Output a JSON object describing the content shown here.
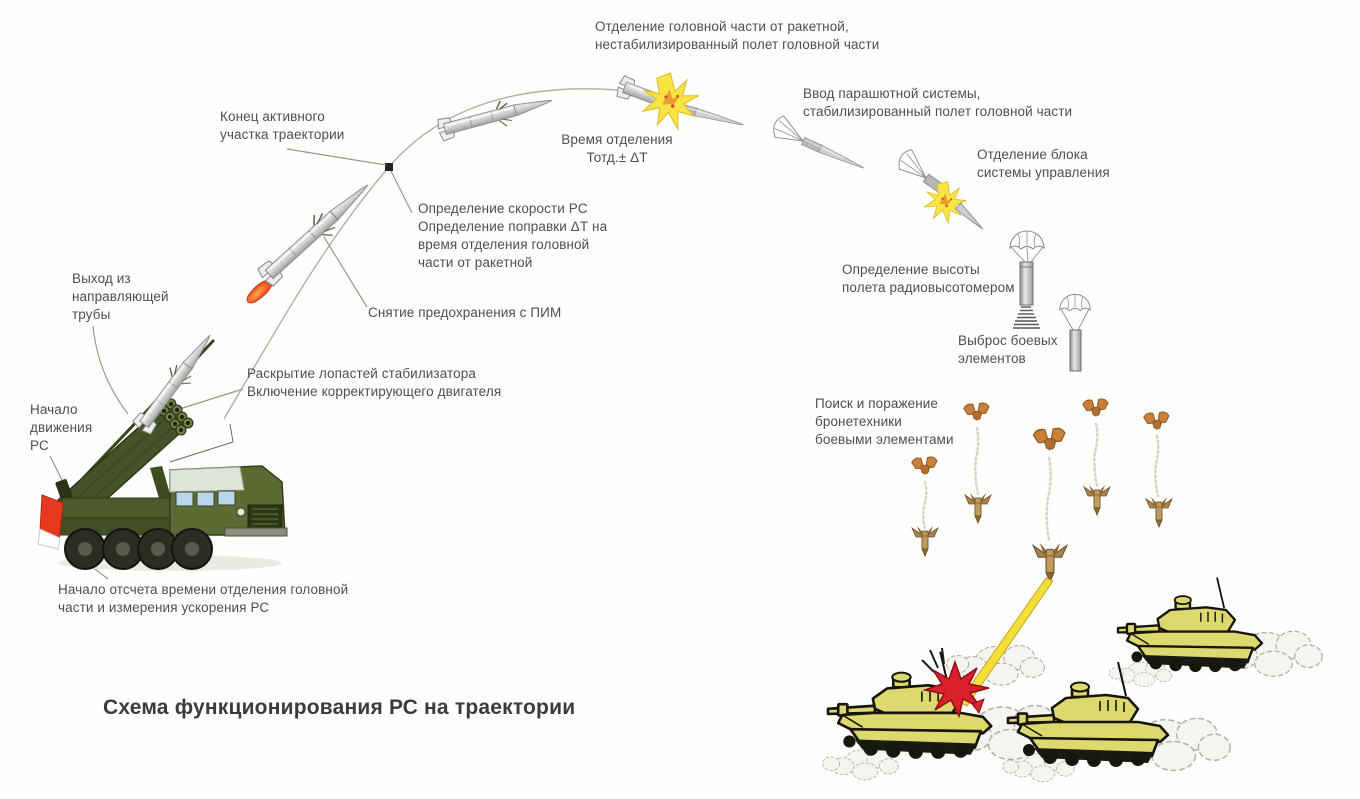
{
  "title": "Схема функционирования РС на траектории",
  "labels": {
    "separation_head": "Отделение головной части от ракетной,\nнестабилизированный полет головной части",
    "parachute_intro": "Ввод парашютной системы,\nстабилизированный полет головной части",
    "active_leg_end": "Конец активного\nучастка траектории",
    "separation_time": "Время отделения\nТотд.± ΔТ",
    "control_unit_separation": "Отделение блока\nсистемы управления",
    "speed_determination": "Определение скорости РС\nОпределение поправки ΔТ на\nвремя отделения головной\nчасти от ракетной",
    "pim_safety_release": "Снятие предохранения с ПИМ",
    "tube_exit": "Выход из\nнаправляющей\nтрубы",
    "altitude_determination": "Определение высоты\nполета радиовысотомером",
    "elements_ejection": "Выброс боевых\nэлементов",
    "stabilizer_blades": "Раскрытие лопастей стабилизатора\nВключение корректирующего двигателя",
    "motion_start": "Начало\nдвижения\nРС",
    "search_engage": "Поиск и поражение\nбронетехники\nбоевыми элементами",
    "countdown_start": "Начало отсчета времени отделения головной\nчасти и измерения ускорения РС"
  },
  "colors": {
    "trajectory": "#b3ada6",
    "leader": "#9a968e",
    "marker": "#222222",
    "rocket_body": "#c9c9c9",
    "rocket_outline": "#8a8a8a",
    "fin_white": "#eeeeee",
    "flame_orange": "#e8431f",
    "burst_yellow": "#f8e544",
    "parachute_white": "#fdfdfb",
    "chute_line": "#8f8f8f",
    "launcher_green": "#5c6b33",
    "tube_green": "#46532a",
    "window_blue": "#b9d6ea",
    "sub_tan": "#c29a5d",
    "chute_orange": "#c87f3a",
    "beam_yellow": "#f2df38",
    "tank_body": "#ddd96f",
    "tank_outline": "#15150c",
    "explosion_red": "#dc1f2d",
    "cloud_fill": "#f5f4f0",
    "cloud_edge": "#b0ada3",
    "label_text": "#4e4e4e"
  }
}
